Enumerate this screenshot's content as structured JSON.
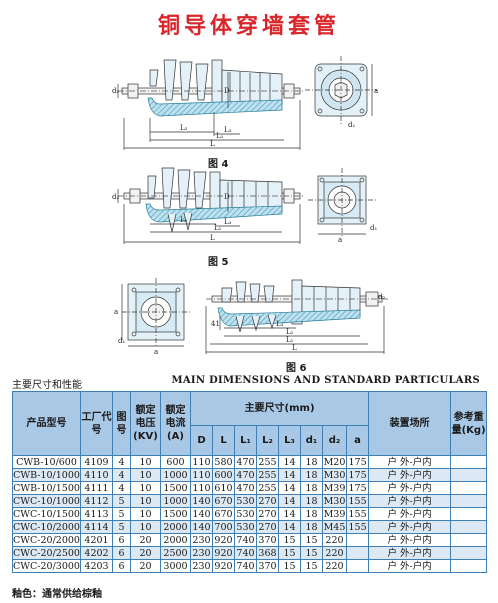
{
  "title": "铜导体穿墙套管",
  "figures": {
    "fig4": {
      "label": "图 4",
      "dims": [
        "d₂",
        "D",
        "L₂",
        "L₃",
        "L₁",
        "L",
        "a",
        "d₁"
      ]
    },
    "fig5": {
      "label": "图 5",
      "dims": [
        "d₂",
        "D",
        "L₂",
        "L₃",
        "L₁",
        "L",
        "d₁",
        "a"
      ]
    },
    "fig6": {
      "label": "图 6",
      "dims": [
        "a",
        "d₁",
        "a",
        "d₂",
        "41",
        "L₃",
        "L₂",
        "L₁",
        "L"
      ]
    }
  },
  "section": {
    "title_cn": "主要尺寸和性能",
    "title_en": "MAIN DIMENSIONS AND STANDARD PARTICULARS"
  },
  "table": {
    "headers": {
      "model": "产品型号",
      "factory_code": "工厂代号",
      "figure_no": "图号",
      "rated_voltage": "额定电压(KV)",
      "rated_current": "额定电流(A)",
      "main_dims": "主要尺寸(mm)",
      "place": "装置场所",
      "weight": "参考重量(Kg)",
      "dim_cols": [
        "D",
        "L",
        "L₁",
        "L₂",
        "L₃",
        "d₁",
        "d₂",
        "a"
      ]
    },
    "rows": [
      [
        "CWB-10/600",
        "4109",
        "4",
        "10",
        "600",
        "110",
        "580",
        "470",
        "255",
        "14",
        "18",
        "M20",
        "175",
        "户 外-户内",
        ""
      ],
      [
        "CWB-10/1000",
        "4110",
        "4",
        "10",
        "1000",
        "110",
        "600",
        "470",
        "255",
        "14",
        "18",
        "M30",
        "175",
        "户 外-户内",
        ""
      ],
      [
        "CWB-10/1500",
        "4111",
        "4",
        "10",
        "1500",
        "110",
        "610",
        "470",
        "255",
        "14",
        "18",
        "M39",
        "175",
        "户 外-户内",
        ""
      ],
      [
        "CWC-10/1000",
        "4112",
        "5",
        "10",
        "1000",
        "140",
        "670",
        "530",
        "270",
        "14",
        "18",
        "M30",
        "155",
        "户 外-户内",
        ""
      ],
      [
        "CWC-10/1500",
        "4113",
        "5",
        "10",
        "1500",
        "140",
        "670",
        "530",
        "270",
        "14",
        "18",
        "M39",
        "155",
        "户 外-户内",
        ""
      ],
      [
        "CWC-10/2000",
        "4114",
        "5",
        "10",
        "2000",
        "140",
        "700",
        "530",
        "270",
        "14",
        "18",
        "M45",
        "155",
        "户 外-户内",
        ""
      ],
      [
        "CWC-20/2000",
        "4201",
        "6",
        "20",
        "2000",
        "230",
        "920",
        "740",
        "370",
        "15",
        "15",
        "220",
        "",
        "户 外-户内",
        ""
      ],
      [
        "CWC-20/2500",
        "4202",
        "6",
        "20",
        "2500",
        "230",
        "920",
        "740",
        "368",
        "15",
        "15",
        "220",
        "",
        "户 外-户内",
        ""
      ],
      [
        "CWC-20/3000",
        "4203",
        "6",
        "20",
        "3000",
        "230",
        "920",
        "740",
        "370",
        "15",
        "15",
        "220",
        "",
        "户 外-户内",
        ""
      ]
    ]
  },
  "note": "釉色：通常供给棕釉",
  "colors": {
    "title": "#d9262b",
    "header_fill": "#a9c8e6",
    "row_alt_fill": "#dce9f5",
    "table_line": "#3f7fb4",
    "drawing_fill": "#c8e4f3",
    "drawing_stripe": "#3f9db8"
  }
}
